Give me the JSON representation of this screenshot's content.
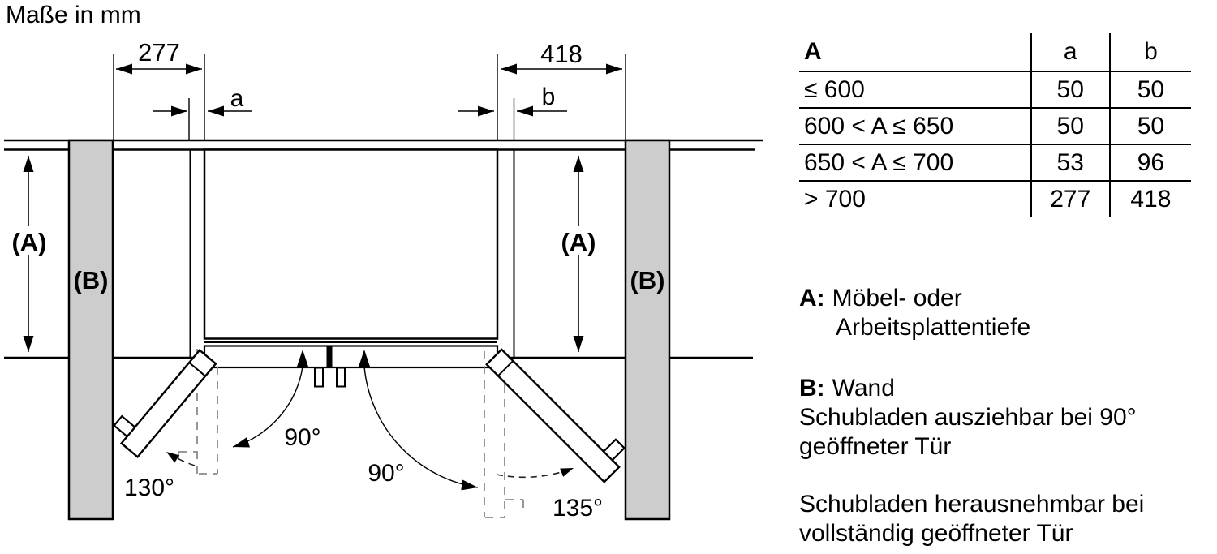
{
  "title": "Maße in mm",
  "diagram": {
    "dim_left_wall": "277",
    "dim_right_wall": "418",
    "clearance_left_label": "a",
    "clearance_right_label": "b",
    "depth_label_left": "(A)",
    "depth_label_right": "(A)",
    "wall_label_left": "(B)",
    "wall_label_right": "(B)",
    "left_door_open_angle": "130°",
    "left_door_90_angle": "90°",
    "right_door_90_angle": "90°",
    "right_door_open_angle": "135°",
    "colors": {
      "wall_fill": "#cdcdcd",
      "line": "#000000",
      "dashed": "#8a8a8a"
    }
  },
  "table": {
    "col_headers": {
      "condition": "A",
      "a": "a",
      "b": "b"
    },
    "rows": [
      {
        "condition": "≤ 600",
        "a": "50",
        "b": "50"
      },
      {
        "condition": "600 < A ≤ 650",
        "a": "50",
        "b": "50"
      },
      {
        "condition": "650 < A ≤ 700",
        "a": "53",
        "b": "96"
      },
      {
        "condition": "> 700",
        "a": "277",
        "b": "418"
      }
    ]
  },
  "legend": {
    "a_key": "A:",
    "a_line1": "Möbel- oder",
    "a_line2": "Arbeitsplattentiefe",
    "b_key": "B:",
    "b_line1": "Wand",
    "b_note_line1": "Schubladen ausziehbar bei 90°",
    "b_note_line2": "geöffneter Tür",
    "note2_line1": "Schubladen herausnehmbar bei",
    "note2_line2": "vollständig geöffneter Tür"
  }
}
